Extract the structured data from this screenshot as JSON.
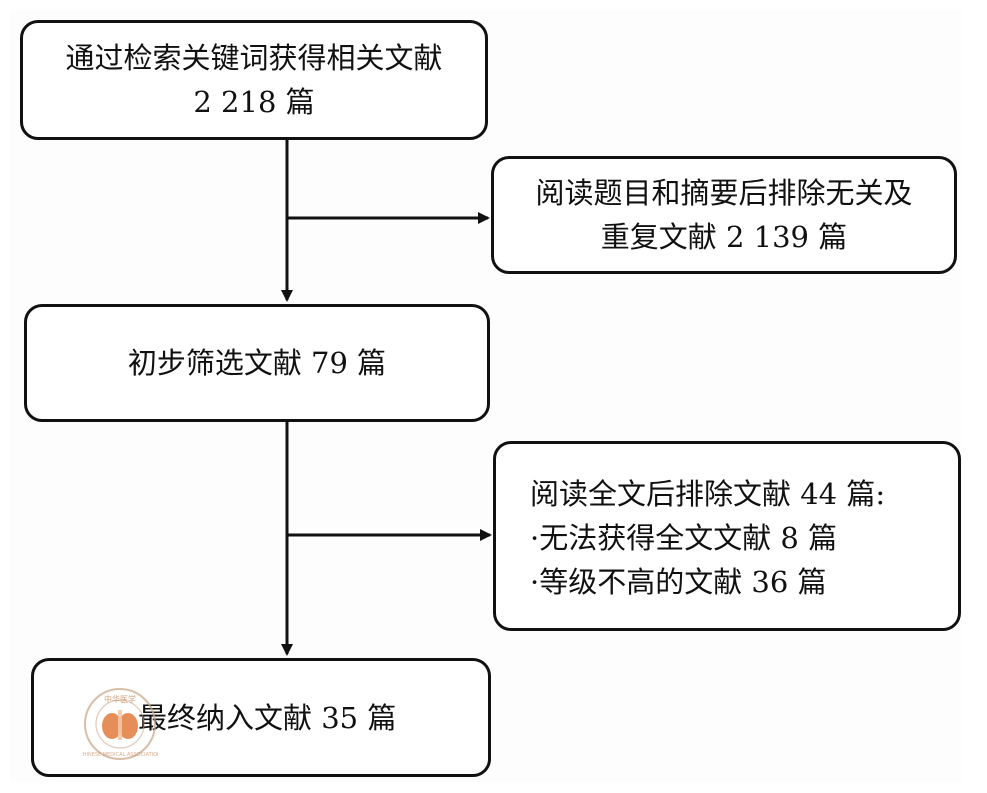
{
  "diagram": {
    "box1": {
      "line1": "通过检索关键词获得相关文献",
      "line2": "2 218 篇"
    },
    "box2": {
      "line1": "阅读题目和摘要后排除无关及",
      "line2": "重复文献 2 139 篇"
    },
    "box3": {
      "line1": "初步筛选文献 79 篇"
    },
    "box4": {
      "line1": "阅读全文后排除文献 44 篇:",
      "line2": "·无法获得全文文献 8 篇",
      "line3": "·等级不高的文献 36 篇"
    },
    "box5": {
      "line1": "最终纳入文献 35 篇"
    }
  },
  "watermark": {
    "seal_text_top": "中华医学",
    "seal_text_ring": "CHINESE MEDICAL ASSOCIATION",
    "color": "#d9733a"
  },
  "colors": {
    "stroke": "#111111",
    "background": "#ffffff"
  }
}
